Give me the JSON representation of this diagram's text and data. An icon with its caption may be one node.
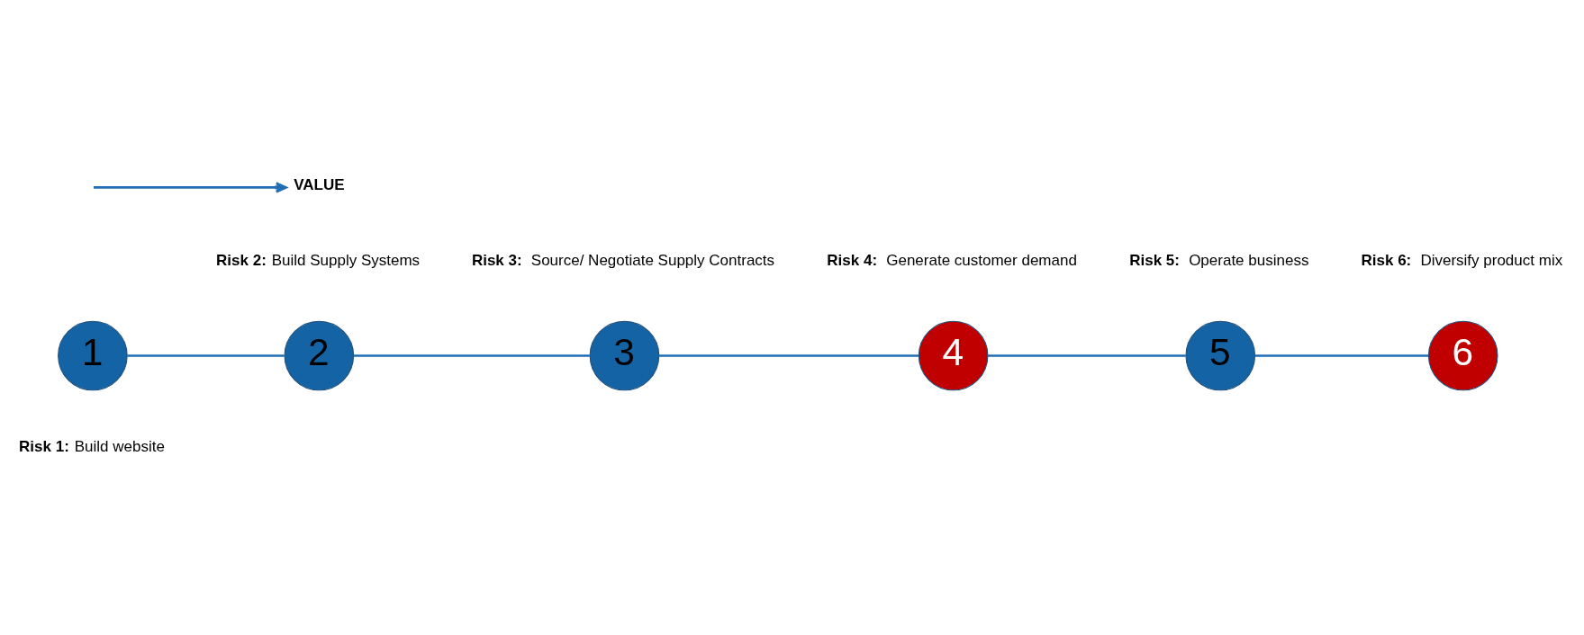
{
  "diagram": {
    "nodes": [
      {
        "text": [
          "1"
        ],
        "beside": [
          "**Risk 1:** Build website"
        ]
      },
      {
        "text": [
          "2"
        ],
        "beside": [
          "**Risk 2:** Build Supply Systems"
        ]
      },
      {
        "text": [
          "3"
        ],
        "beside": [
          "**Risk 3:**  Source/ Negotiate Supply Contracts"
        ]
      },
      {
        "text": [
          "4"
        ],
        "beside": [
          "**Risk 4:**  Generate customer demand"
        ]
      },
      {
        "text": [
          "5"
        ],
        "beside": [
          "**Risk 5:**  Operate business"
        ]
      },
      {
        "text": [
          "6"
        ],
        "beside": [
          "**Risk 6:**  Diversify product mix"
        ]
      },
      {
        "text": [
          "VALUE"
        ]
      }
    ],
    "edges": [
      {
        "from": 0,
        "to": 1,
        "arrow": "none"
      },
      {
        "from": 1,
        "to": 2,
        "arrow": "none"
      },
      {
        "from": 2,
        "to": 3,
        "arrow": "none"
      },
      {
        "from": 3,
        "to": 4,
        "arrow": "none"
      },
      {
        "from": 4,
        "to": 5,
        "arrow": "none"
      },
      {
        "from": null,
        "to": 6,
        "arrow": "to"
      }
    ]
  }
}
